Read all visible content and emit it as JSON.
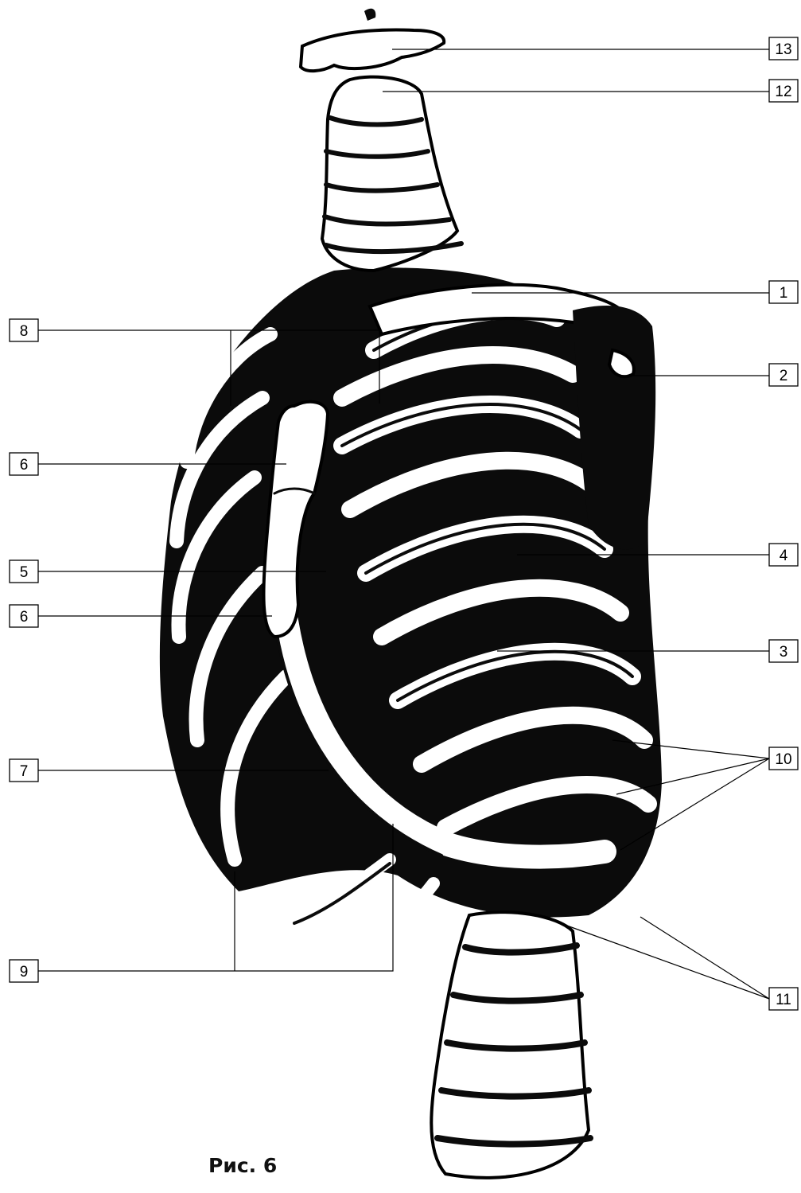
{
  "figure": {
    "caption": "Рис. 6",
    "labels": [
      "13",
      "12",
      "1",
      "2",
      "8",
      "6",
      "4",
      "5",
      "6",
      "3",
      "10",
      "7",
      "9",
      "11"
    ]
  }
}
